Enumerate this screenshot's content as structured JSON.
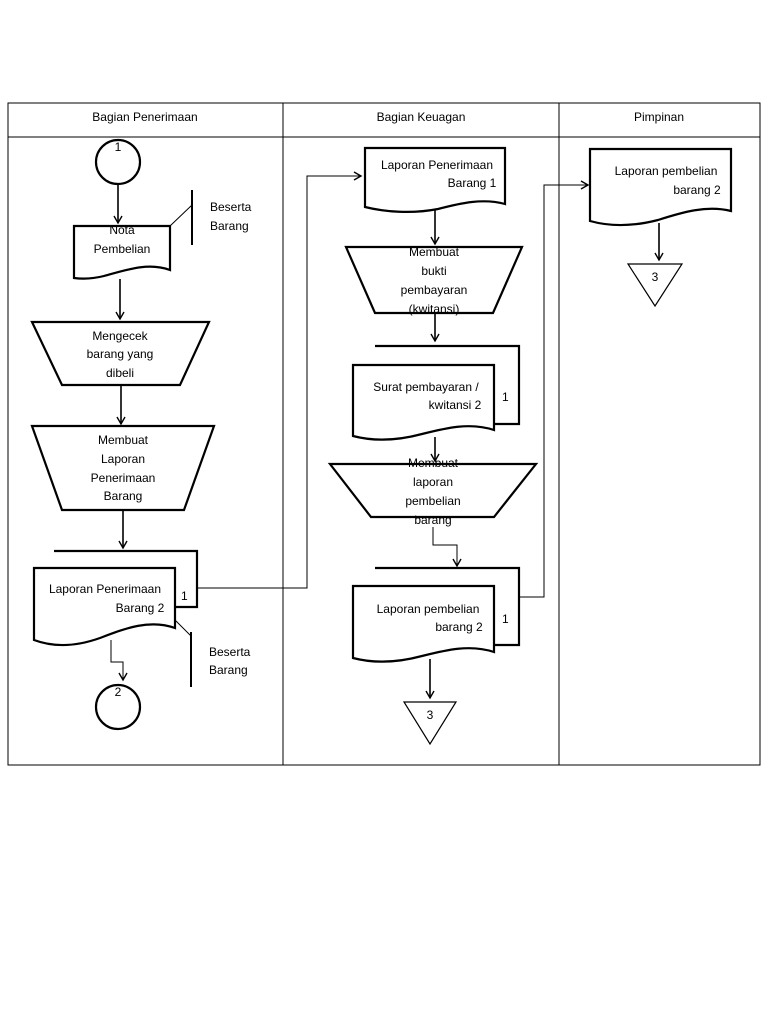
{
  "lanes": {
    "penerimaan": "Bagian Penerimaan",
    "keuangan": "Bagian Keuagan",
    "pimpinan": "Pimpinan"
  },
  "penerimaan": {
    "connector_start": "1",
    "nota": [
      "Nota",
      "Pembelian"
    ],
    "annotation_1": [
      "Beserta",
      "Barang"
    ],
    "mengecek": [
      "Mengecek",
      "barang yang",
      "dibeli"
    ],
    "membuat_laporan": [
      "Membuat",
      "Laporan",
      "Penerimaan",
      "Barang"
    ],
    "laporan_doc": [
      "Laporan Penerimaan",
      "Barang 2"
    ],
    "laporan_copy": "1",
    "annotation_2": [
      "Beserta",
      "Barang"
    ],
    "connector_end": "2"
  },
  "keuangan": {
    "laporan_doc": [
      "Laporan Penerimaan",
      "Barang 1"
    ],
    "membuat_bukti": [
      "Membuat",
      "bukti",
      "pembayaran",
      "(kwitansi)"
    ],
    "surat_doc": [
      "Surat pembayaran /",
      "kwitansi  2"
    ],
    "surat_copy": "1",
    "membuat_laporan": [
      "Membuat",
      "laporan",
      "pembelian",
      "barang"
    ],
    "pembelian_doc": [
      "Laporan pembelian",
      "barang 2"
    ],
    "pembelian_copy": "1",
    "archive": "3"
  },
  "pimpinan": {
    "pembelian_doc": [
      "Laporan pembelian",
      "barang 2"
    ],
    "archive": "3"
  }
}
